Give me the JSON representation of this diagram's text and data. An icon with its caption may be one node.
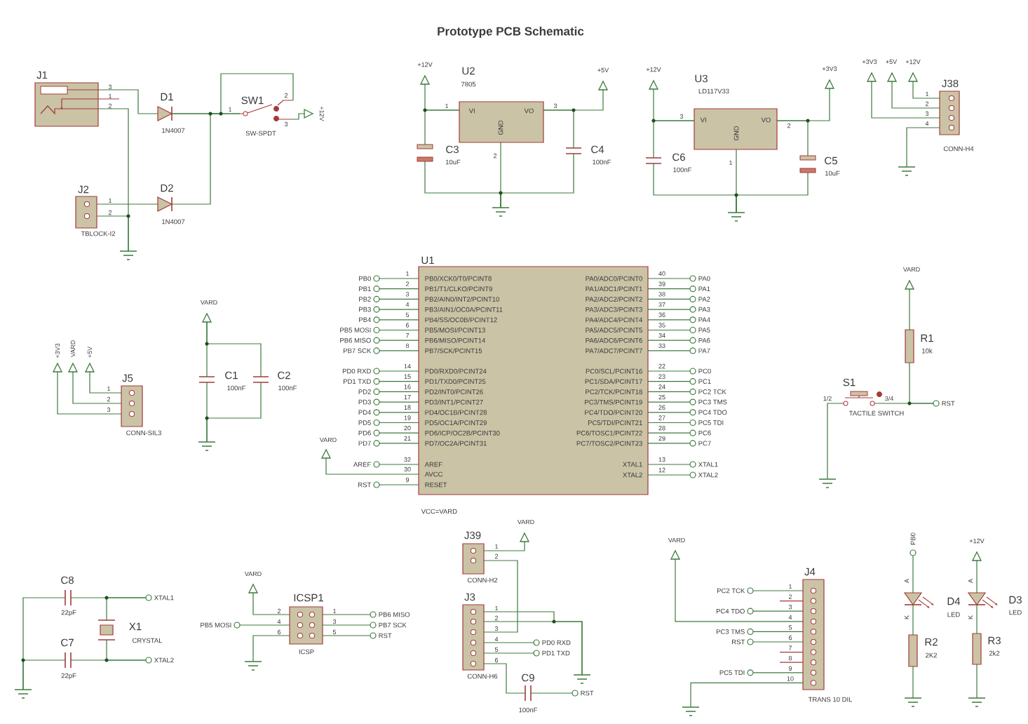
{
  "diagram": {
    "title": "Prototype PCB Schematic",
    "nodes": [
      {
        "text": [
          "J1"
        ]
      },
      {
        "text": [
          "J2",
          "TBLOCK-I2"
        ]
      },
      {
        "text": [
          "D1",
          "1N4007"
        ]
      },
      {
        "text": [
          "D2",
          "1N4007"
        ]
      },
      {
        "text": [
          "SW1",
          "SW-SPDT"
        ]
      },
      {
        "text": [
          "+12V"
        ]
      },
      {
        "text": [],
        "shape": "ground"
      },
      {
        "text": [
          "+12V"
        ]
      },
      {
        "text": [
          "U2",
          "7805",
          "VI",
          "VO",
          "GND"
        ]
      },
      {
        "text": [
          "+5V"
        ]
      },
      {
        "text": [
          "C3",
          "10uF"
        ]
      },
      {
        "text": [
          "C4",
          "100nF"
        ]
      },
      {
        "text": [],
        "shape": "ground"
      },
      {
        "text": [
          "+12V"
        ]
      },
      {
        "text": [
          "U3",
          "LD117V33",
          "VI",
          "VO",
          "GND"
        ]
      },
      {
        "text": [
          "+3V3"
        ]
      },
      {
        "text": [
          "C6",
          "100nF"
        ]
      },
      {
        "text": [
          "C5",
          "10uF"
        ]
      },
      {
        "text": [],
        "shape": "ground"
      },
      {
        "text": [
          "+3V3"
        ]
      },
      {
        "text": [
          "+5V"
        ]
      },
      {
        "text": [
          "+12V"
        ]
      },
      {
        "text": [
          "J38",
          "CONN-H4"
        ]
      },
      {
        "text": [],
        "shape": "ground"
      },
      {
        "text": [
          "+3V3"
        ]
      },
      {
        "text": [
          "VARD"
        ]
      },
      {
        "text": [
          "+5V"
        ]
      },
      {
        "text": [
          "J5",
          "CONN-SIL3"
        ]
      },
      {
        "text": [
          "VARD"
        ]
      },
      {
        "text": [
          "C1",
          "100nF"
        ]
      },
      {
        "text": [
          "C2",
          "100nF"
        ]
      },
      {
        "text": [],
        "shape": "ground"
      },
      {
        "text": [
          "U1",
          "PB0/XCK0/T0/PCINT8",
          "PB1/T1/CLKO/PCINT9",
          "PB2/AIN0/INT2/PCINT10",
          "PB3/AIN1/OC0A/PCINT11",
          "PB4/SS/OC0B/PCINT12",
          "PB5/MOSI/PCINT13",
          "PB6/MISO/PCINT14",
          "PB7/SCK/PCINT15",
          "PD0/RXD0/PCINT24",
          "PD1/TXD0/PCINT25",
          "PD2/INT0/PCINT26",
          "PD3/INT1/PCINT27",
          "PD4/OC1B/PCINT28",
          "PD5/OC1A/PCINT29",
          "PD6/ICP/OC2B/PCINT30",
          "PD7/OC2A/PCINT31",
          "AREF",
          "AVCC",
          "RESET",
          "PA0/ADC0/PCINT0",
          "PA1/ADC1/PCINT1",
          "PA2/ADC2/PCINT2",
          "PA3/ADC3/PCINT3",
          "PA4/ADC4/PCINT4",
          "PA5/ADC5/PCINT5",
          "PA6/ADC6/PCINT6",
          "PA7/ADC7/PCINT7",
          "PC0/SCL/PCINT16",
          "PC1/SDA/PCINT17",
          "PC2/TCK/PCINT18",
          "PC3/TMS/PCINT19",
          "PC4/TDO/PCINT20",
          "PC5/TDI/PCINT21",
          "PC6/TOSC1/PCINT22",
          "PC7/TOSC2/PCINT23",
          "XTAL1",
          "XTAL2"
        ],
        "beside": [
          "VCC=VARD"
        ]
      },
      {
        "text": [
          "PB0"
        ]
      },
      {
        "text": [
          "PB1"
        ]
      },
      {
        "text": [
          "PB2"
        ]
      },
      {
        "text": [
          "PB3"
        ]
      },
      {
        "text": [
          "PB4"
        ]
      },
      {
        "text": [
          "PB5 MOSI"
        ]
      },
      {
        "text": [
          "PB6 MISO"
        ]
      },
      {
        "text": [
          "PB7 SCK"
        ]
      },
      {
        "text": [
          "PD0 RXD"
        ]
      },
      {
        "text": [
          "PD1 TXD"
        ]
      },
      {
        "text": [
          "PD2"
        ]
      },
      {
        "text": [
          "PD3"
        ]
      },
      {
        "text": [
          "PD4"
        ]
      },
      {
        "text": [
          "PD5"
        ]
      },
      {
        "text": [
          "PD6"
        ]
      },
      {
        "text": [
          "PD7"
        ]
      },
      {
        "text": [
          "AREF"
        ]
      },
      {
        "text": [
          "RST"
        ]
      },
      {
        "text": [
          "VARD"
        ]
      },
      {
        "text": [
          "PA0"
        ]
      },
      {
        "text": [
          "PA1"
        ]
      },
      {
        "text": [
          "PA2"
        ]
      },
      {
        "text": [
          "PA3"
        ]
      },
      {
        "text": [
          "PA4"
        ]
      },
      {
        "text": [
          "PA5"
        ]
      },
      {
        "text": [
          "PA6"
        ]
      },
      {
        "text": [
          "PA7"
        ]
      },
      {
        "text": [
          "PC0"
        ]
      },
      {
        "text": [
          "PC1"
        ]
      },
      {
        "text": [
          "PC2 TCK"
        ]
      },
      {
        "text": [
          "PC3 TMS"
        ]
      },
      {
        "text": [
          "PC4 TDO"
        ]
      },
      {
        "text": [
          "PC5 TDI"
        ]
      },
      {
        "text": [
          "PC6"
        ]
      },
      {
        "text": [
          "PC7"
        ]
      },
      {
        "text": [
          "XTAL1"
        ]
      },
      {
        "text": [
          "XTAL2"
        ]
      },
      {
        "text": [
          "VARD"
        ]
      },
      {
        "text": [
          "R1",
          "10k"
        ]
      },
      {
        "text": [
          "S1",
          "TACTILE SWITCH"
        ]
      },
      {
        "text": [
          "RST"
        ]
      },
      {
        "text": [],
        "shape": "ground"
      },
      {
        "text": [
          "C8",
          "22pF"
        ]
      },
      {
        "text": [
          "C7",
          "22pF"
        ]
      },
      {
        "text": [
          "X1",
          "CRYSTAL"
        ]
      },
      {
        "text": [
          "XTAL1"
        ]
      },
      {
        "text": [
          "XTAL2"
        ]
      },
      {
        "text": [],
        "shape": "ground"
      },
      {
        "text": [
          "VARD"
        ]
      },
      {
        "text": [
          "PB5 MOSI"
        ]
      },
      {
        "text": [
          "ICSP1",
          "ICSP"
        ]
      },
      {
        "text": [
          "PB6 MISO"
        ]
      },
      {
        "text": [
          "PB7 SCK"
        ]
      },
      {
        "text": [
          "RST"
        ]
      },
      {
        "text": [],
        "shape": "ground"
      },
      {
        "text": [
          "J39",
          "CONN-H2"
        ]
      },
      {
        "text": [
          "VARD"
        ]
      },
      {
        "text": [
          "J3",
          "CONN-H6"
        ]
      },
      {
        "text": [
          "PD0 RXD"
        ]
      },
      {
        "text": [
          "PD1 TXD"
        ]
      },
      {
        "text": [
          "C9",
          "100nF"
        ]
      },
      {
        "text": [
          "RST"
        ]
      },
      {
        "text": [],
        "shape": "ground"
      },
      {
        "text": [
          "VARD"
        ]
      },
      {
        "text": [
          "PC2 TCK"
        ]
      },
      {
        "text": [
          "PC4 TDO"
        ]
      },
      {
        "text": [
          "PC3 TMS"
        ]
      },
      {
        "text": [
          "RST"
        ]
      },
      {
        "text": [
          "PC5 TDI"
        ]
      },
      {
        "text": [
          "J4",
          "TRANS 10 DIL"
        ]
      },
      {
        "text": [],
        "shape": "ground"
      },
      {
        "text": [
          "PB0"
        ]
      },
      {
        "text": [
          "D4",
          "LED"
        ]
      },
      {
        "text": [
          "R2",
          "2K2"
        ]
      },
      {
        "text": [],
        "shape": "ground"
      },
      {
        "text": [
          "+12V"
        ]
      },
      {
        "text": [
          "D3",
          "LED"
        ]
      },
      {
        "text": [
          "R3",
          "2k2"
        ]
      },
      {
        "text": [],
        "shape": "ground"
      }
    ],
    "edges": [
      {
        "from": 0,
        "to": 2,
        "arrow": "none"
      },
      {
        "from": 2,
        "to": 4,
        "arrow": "none"
      },
      {
        "from": 3,
        "to": 4,
        "arrow": "none"
      },
      {
        "from": 2,
        "to": 4,
        "arrow": "none"
      },
      {
        "from": 4,
        "to": 5,
        "arrow": "none"
      },
      {
        "from": 0,
        "to": 6,
        "arrow": "none"
      },
      {
        "from": 1,
        "to": 6,
        "arrow": "none"
      },
      {
        "from": 1,
        "to": 3,
        "arrow": "none"
      },
      {
        "from": 7,
        "to": 8,
        "arrow": "none"
      },
      {
        "from": 10,
        "to": 8,
        "arrow": "none"
      },
      {
        "from": 8,
        "to": 9,
        "arrow": "none"
      },
      {
        "from": 11,
        "to": 8,
        "arrow": "none"
      },
      {
        "from": 10,
        "to": 12,
        "arrow": "none"
      },
      {
        "from": 8,
        "to": 12,
        "arrow": "none"
      },
      {
        "from": 11,
        "to": 12,
        "arrow": "none"
      },
      {
        "from": 13,
        "to": 14,
        "arrow": "none"
      },
      {
        "from": 16,
        "to": 14,
        "arrow": "none"
      },
      {
        "from": 14,
        "to": 15,
        "arrow": "none"
      },
      {
        "from": 17,
        "to": 14,
        "arrow": "none"
      },
      {
        "from": 16,
        "to": 18,
        "arrow": "none"
      },
      {
        "from": 14,
        "to": 18,
        "arrow": "none"
      },
      {
        "from": 17,
        "to": 18,
        "arrow": "none"
      },
      {
        "from": 21,
        "to": 22,
        "arrow": "none"
      },
      {
        "from": 20,
        "to": 22,
        "arrow": "none"
      },
      {
        "from": 19,
        "to": 22,
        "arrow": "none"
      },
      {
        "from": 22,
        "to": 23,
        "arrow": "none"
      },
      {
        "from": 26,
        "to": 27,
        "arrow": "none"
      },
      {
        "from": 25,
        "to": 27,
        "arrow": "none"
      },
      {
        "from": 24,
        "to": 27,
        "arrow": "none"
      },
      {
        "from": 28,
        "to": 29,
        "arrow": "none"
      },
      {
        "from": 28,
        "to": 30,
        "arrow": "none"
      },
      {
        "from": 29,
        "to": 31,
        "arrow": "none"
      },
      {
        "from": 30,
        "to": 31,
        "arrow": "none"
      },
      {
        "from": 33,
        "to": 32,
        "arrow": "none"
      },
      {
        "from": 34,
        "to": 32,
        "arrow": "none"
      },
      {
        "from": 35,
        "to": 32,
        "arrow": "none"
      },
      {
        "from": 36,
        "to": 32,
        "arrow": "none"
      },
      {
        "from": 37,
        "to": 32,
        "arrow": "none"
      },
      {
        "from": 38,
        "to": 32,
        "arrow": "none"
      },
      {
        "from": 39,
        "to": 32,
        "arrow": "none"
      },
      {
        "from": 40,
        "to": 32,
        "arrow": "none"
      },
      {
        "from": 41,
        "to": 32,
        "arrow": "none"
      },
      {
        "from": 42,
        "to": 32,
        "arrow": "none"
      },
      {
        "from": 43,
        "to": 32,
        "arrow": "none"
      },
      {
        "from": 44,
        "to": 32,
        "arrow": "none"
      },
      {
        "from": 45,
        "to": 32,
        "arrow": "none"
      },
      {
        "from": 46,
        "to": 32,
        "arrow": "none"
      },
      {
        "from": 47,
        "to": 32,
        "arrow": "none"
      },
      {
        "from": 48,
        "to": 32,
        "arrow": "none"
      },
      {
        "from": 49,
        "to": 32,
        "arrow": "none"
      },
      {
        "from": 50,
        "to": 32,
        "arrow": "none"
      },
      {
        "from": 51,
        "to": 32,
        "arrow": "none"
      },
      {
        "from": 52,
        "to": 32,
        "arrow": "none"
      },
      {
        "from": 53,
        "to": 32,
        "arrow": "none"
      },
      {
        "from": 54,
        "to": 32,
        "arrow": "none"
      },
      {
        "from": 55,
        "to": 32,
        "arrow": "none"
      },
      {
        "from": 56,
        "to": 32,
        "arrow": "none"
      },
      {
        "from": 57,
        "to": 32,
        "arrow": "none"
      },
      {
        "from": 58,
        "to": 32,
        "arrow": "none"
      },
      {
        "from": 59,
        "to": 32,
        "arrow": "none"
      },
      {
        "from": 60,
        "to": 32,
        "arrow": "none"
      },
      {
        "from": 61,
        "to": 32,
        "arrow": "none"
      },
      {
        "from": 62,
        "to": 32,
        "arrow": "none"
      },
      {
        "from": 63,
        "to": 32,
        "arrow": "none"
      },
      {
        "from": 64,
        "to": 32,
        "arrow": "none"
      },
      {
        "from": 65,
        "to": 32,
        "arrow": "none"
      },
      {
        "from": 66,
        "to": 32,
        "arrow": "none"
      },
      {
        "from": 67,
        "to": 32,
        "arrow": "none"
      },
      {
        "from": 68,
        "to": 32,
        "arrow": "none"
      },
      {
        "from": 69,
        "to": 32,
        "arrow": "none"
      },
      {
        "from": 70,
        "to": 71,
        "arrow": "none"
      },
      {
        "from": 71,
        "to": 73,
        "arrow": "none"
      },
      {
        "from": 72,
        "to": 73,
        "arrow": "none"
      },
      {
        "from": 72,
        "to": 74,
        "arrow": "none"
      },
      {
        "from": 75,
        "to": 78,
        "arrow": "none"
      },
      {
        "from": 77,
        "to": 78,
        "arrow": "none"
      },
      {
        "from": 76,
        "to": 79,
        "arrow": "none"
      },
      {
        "from": 77,
        "to": 79,
        "arrow": "none"
      },
      {
        "from": 75,
        "to": 80,
        "arrow": "none"
      },
      {
        "from": 76,
        "to": 80,
        "arrow": "none"
      },
      {
        "from": 81,
        "to": 83,
        "arrow": "none"
      },
      {
        "from": 82,
        "to": 83,
        "arrow": "none"
      },
      {
        "from": 83,
        "to": 87,
        "arrow": "none"
      },
      {
        "from": 83,
        "to": 84,
        "arrow": "none"
      },
      {
        "from": 83,
        "to": 85,
        "arrow": "none"
      },
      {
        "from": 83,
        "to": 86,
        "arrow": "none"
      },
      {
        "from": 88,
        "to": 89,
        "arrow": "none"
      },
      {
        "from": 88,
        "to": 90,
        "arrow": "none"
      },
      {
        "from": 90,
        "to": 95,
        "arrow": "none"
      },
      {
        "from": 90,
        "to": 95,
        "arrow": "none"
      },
      {
        "from": 90,
        "to": 91,
        "arrow": "none"
      },
      {
        "from": 90,
        "to": 92,
        "arrow": "none"
      },
      {
        "from": 90,
        "to": 93,
        "arrow": "none"
      },
      {
        "from": 93,
        "to": 94,
        "arrow": "none"
      },
      {
        "from": 97,
        "to": 102,
        "arrow": "none"
      },
      {
        "from": 98,
        "to": 102,
        "arrow": "none"
      },
      {
        "from": 99,
        "to": 102,
        "arrow": "none"
      },
      {
        "from": 100,
        "to": 102,
        "arrow": "none"
      },
      {
        "from": 101,
        "to": 102,
        "arrow": "none"
      },
      {
        "from": 96,
        "to": 102,
        "arrow": "none"
      },
      {
        "from": 102,
        "to": 103,
        "arrow": "none"
      },
      {
        "from": 104,
        "to": 105,
        "arrow": "none"
      },
      {
        "from": 105,
        "to": 106,
        "arrow": "none"
      },
      {
        "from": 106,
        "to": 107,
        "arrow": "none"
      },
      {
        "from": 108,
        "to": 109,
        "arrow": "none"
      },
      {
        "from": 109,
        "to": 110,
        "arrow": "none"
      },
      {
        "from": 110,
        "to": 111,
        "arrow": "none"
      }
    ],
    "labels": [
      "3",
      "1",
      "2",
      "1",
      "2",
      "1",
      "2",
      "3",
      "1",
      "3",
      "2",
      "3",
      "2",
      "1",
      "1",
      "2",
      "3",
      "4",
      "1",
      "2",
      "3",
      "1",
      "2",
      "3",
      "4",
      "5",
      "6",
      "7",
      "8",
      "14",
      "15",
      "16",
      "17",
      "18",
      "19",
      "20",
      "21",
      "32",
      "30",
      "9",
      "40",
      "39",
      "38",
      "37",
      "36",
      "35",
      "34",
      "33",
      "22",
      "23",
      "24",
      "25",
      "26",
      "27",
      "28",
      "29",
      "13",
      "12",
      "1/2",
      "3/4",
      "2",
      "4",
      "6",
      "1",
      "3",
      "5",
      "1",
      "2",
      "1",
      "2",
      "3",
      "4",
      "5",
      "6",
      "1",
      "2",
      "3",
      "4",
      "5",
      "6",
      "7",
      "8",
      "9",
      "10",
      "A",
      "K",
      "A",
      "K"
    ]
  }
}
